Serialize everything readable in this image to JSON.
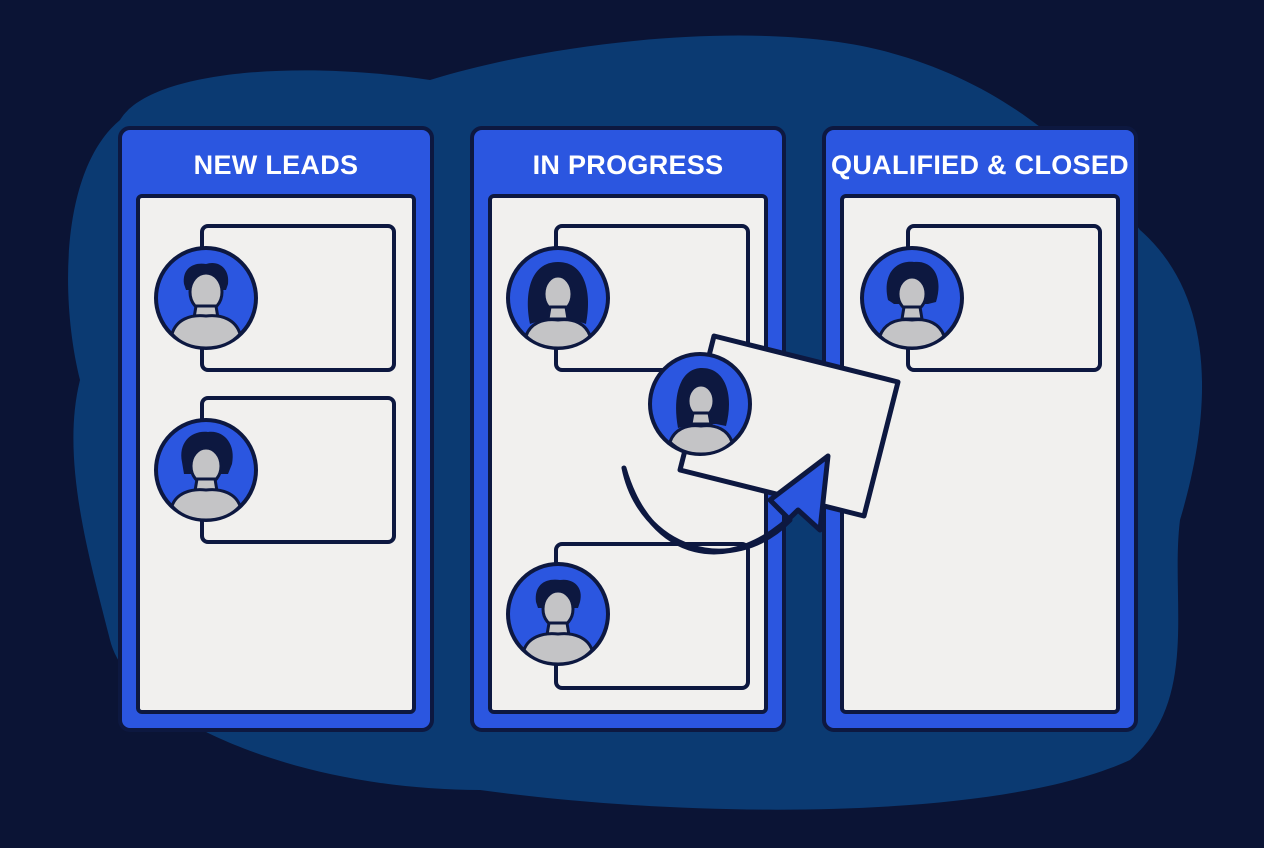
{
  "board": {
    "columns": [
      {
        "title": "NEW LEADS"
      },
      {
        "title": "IN PROGRESS"
      },
      {
        "title": "QUALIFIED & CLOSED"
      }
    ]
  },
  "colors": {
    "background": "#0b1435",
    "blob": "#0b3a72",
    "column": "#2b56e0",
    "outline": "#0d1840",
    "card": "#f1f0ee",
    "avatar_fill": "#2b56e0",
    "person": "#c4c4c6"
  },
  "icons": {
    "avatar": "person-avatar-icon",
    "move": "curved-arrow-icon"
  }
}
